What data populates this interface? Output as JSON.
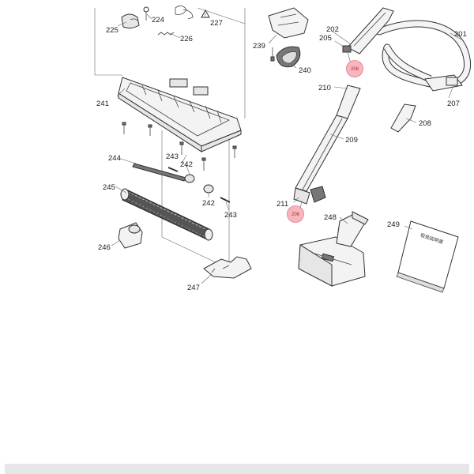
{
  "labels": {
    "p224": "224",
    "p225": "225",
    "p226": "226",
    "p227": "227",
    "p239": "239",
    "p240": "240",
    "p241": "241",
    "p242a": "242",
    "p242b": "242",
    "p243a": "243",
    "p243b": "243",
    "p244": "244",
    "p245": "245",
    "p246": "246",
    "p247": "247",
    "p201": "201",
    "p202": "202",
    "p205": "205",
    "p206a": "206",
    "p206b": "206",
    "p207": "207",
    "p208": "208",
    "p209": "209",
    "p210": "210",
    "p211": "211",
    "p248": "248",
    "p249": "249"
  },
  "manual_cover_text": "取扱説明書",
  "colors": {
    "highlight_fill": "#f7b5bd",
    "highlight_stroke": "#e07a88",
    "footer_bar": "#e6e6e6"
  }
}
